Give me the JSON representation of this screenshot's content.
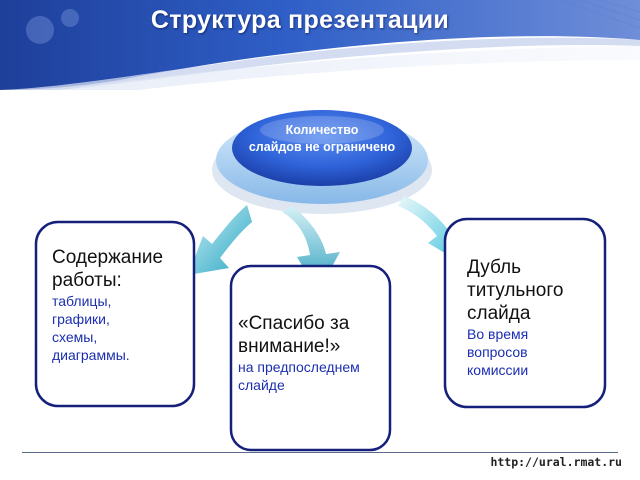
{
  "slide": {
    "title": "Структура презентации",
    "center": {
      "line1": "Количество",
      "line2": "слайдов не ограничено"
    },
    "boxes": [
      {
        "main": [
          "Содержание",
          "работы:"
        ],
        "sub": [
          "таблицы,",
          "графики,",
          "схемы,",
          "диаграммы."
        ]
      },
      {
        "main": [
          "«Спасибо за",
          "внимание!»"
        ],
        "sub": [
          "на предпоследнем",
          "слайде"
        ]
      },
      {
        "main": [
          "Дубль",
          "титульного",
          "слайда"
        ],
        "sub": [
          "Во время",
          "вопросов",
          "комиссии"
        ]
      }
    ],
    "footer_url": "http://ural.rmat.ru"
  }
}
